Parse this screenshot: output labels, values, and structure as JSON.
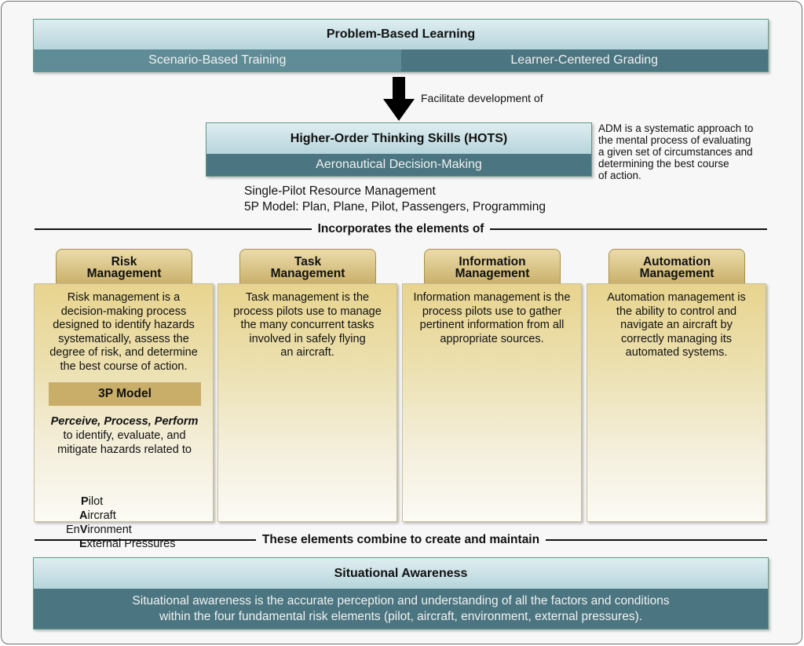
{
  "pbl": {
    "title": "Problem-Based Learning",
    "left": "Scenario-Based Training",
    "right": "Learner-Centered Grading"
  },
  "facilitate": "Facilitate development of",
  "hots": {
    "title": "Higher-Order Thinking Skills (HOTS)",
    "sub": "Aeronautical Decision-Making"
  },
  "adm_note": {
    "lines": [
      "ADM is a systematic approach to",
      "the mental process of evaluating",
      "a given set of circumstances and",
      "determining the best course",
      "of action."
    ]
  },
  "srm": {
    "line1": "Single-Pilot Resource Management",
    "line2": "5P Model: Plan, Plane, Pilot, Passengers, Programming"
  },
  "divider1": "Incorporates the elements of",
  "columns": [
    {
      "title1": "Risk",
      "title2": "Management",
      "lines": [
        "Risk management is a",
        "decision-making process",
        "designed to identify hazards",
        "systematically, assess the",
        "degree of risk, and determine",
        "the best course of action."
      ]
    },
    {
      "title1": "Task",
      "title2": "Management",
      "lines": [
        "Task management is the",
        "process pilots use to manage",
        "the many concurrent tasks",
        "involved in safely flying",
        "an aircraft."
      ]
    },
    {
      "title1": "Information",
      "title2": "Management",
      "lines": [
        "Information management is the",
        "process pilots use to gather",
        "pertinent information from all",
        "appropriate sources."
      ]
    },
    {
      "title1": "Automation",
      "title2": "Management",
      "lines": [
        "Automation management is",
        "the ability to control and",
        "navigate an aircraft by",
        "correctly managing its",
        "automated systems."
      ]
    }
  ],
  "model3p": {
    "title": "3P Model",
    "ppp": "Perceive, Process, Perform",
    "line1": "to identify, evaluate, and",
    "line2": "mitigate hazards related to",
    "pave": [
      {
        "pre": "",
        "bold": "P",
        "post": "ilot"
      },
      {
        "pre": "",
        "bold": "A",
        "post": "ircraft"
      },
      {
        "pre": "En",
        "bold": "V",
        "post": "ironment"
      },
      {
        "pre": "",
        "bold": "E",
        "post": "xternal Pressures"
      }
    ]
  },
  "divider2": "These elements combine to create and maintain",
  "sa": {
    "title": "Situational Awareness",
    "line1": "Situational awareness is the accurate perception and understanding of all the factors and conditions",
    "line2": "within the four fundamental risk elements (pilot, aircraft, environment, external pressures)."
  },
  "colors": {
    "teal_light": "#b6d5dc",
    "teal_dark": "#4b7580",
    "gold": "#c8ae68"
  }
}
